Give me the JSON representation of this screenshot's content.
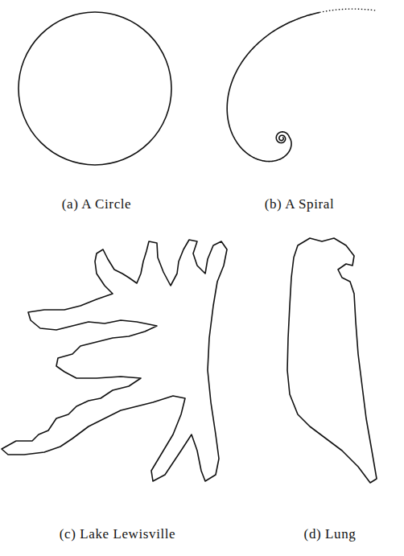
{
  "diagram": {
    "labels": [
      "(a) A Circle",
      "(b) A Spiral",
      "(c) Lake Lewisville",
      "(d) Lung"
    ]
  }
}
